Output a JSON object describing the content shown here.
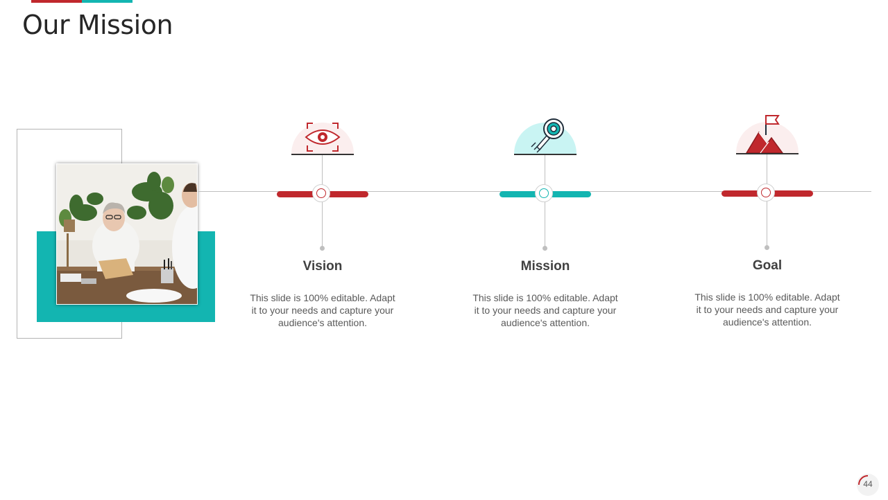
{
  "slide": {
    "title": "Our Mission",
    "page_number": "44"
  },
  "colors": {
    "red": "#c0282d",
    "teal": "#13b5b1",
    "gray_line": "#bfbfbf"
  },
  "columns": [
    {
      "title": "Vision",
      "description": "This slide is 100% editable. Adapt it to your needs and capture your audience's attention.",
      "icon": "eye-icon",
      "accent": "red"
    },
    {
      "title": "Mission",
      "description": "This slide is 100% editable. Adapt it to your needs and capture your audience's attention.",
      "icon": "rocket-target-icon",
      "accent": "teal"
    },
    {
      "title": "Goal",
      "description": "This slide is 100% editable. Adapt it to your needs and capture your audience's attention.",
      "icon": "mountain-flag-icon",
      "accent": "red"
    }
  ]
}
